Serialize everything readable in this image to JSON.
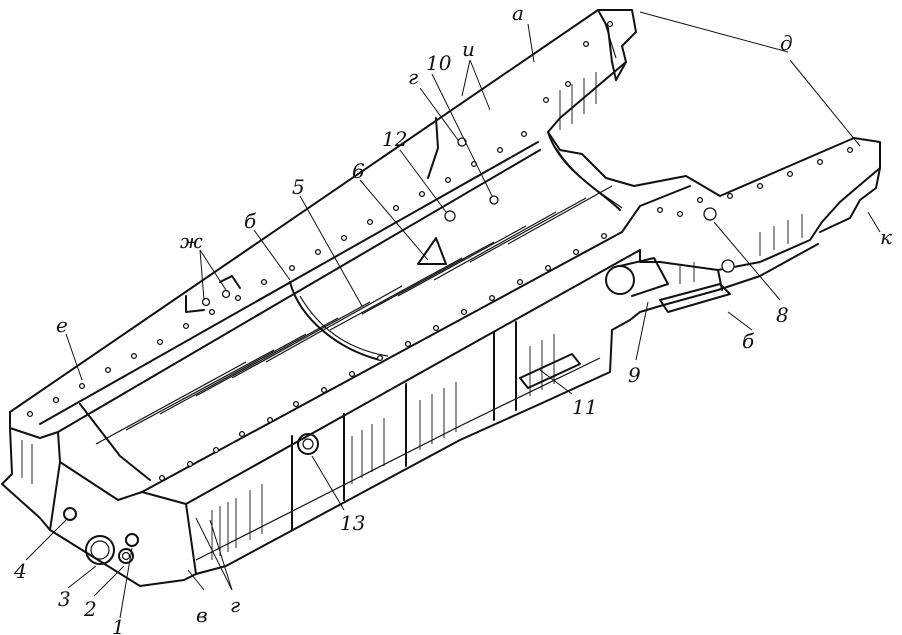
{
  "figure": {
    "labels": {
      "a": "а",
      "d": "д",
      "i": "и",
      "zh": "ж",
      "e": "е",
      "k": "к",
      "b1": "б",
      "b2": "б",
      "v": "в",
      "g1": "г",
      "g2": "г",
      "n1": "1",
      "n2": "2",
      "n3": "3",
      "n4": "4",
      "n5": "5",
      "n6": "6",
      "n8": "8",
      "n9": "9",
      "n10": "10",
      "n11": "11",
      "n12": "12",
      "n13": "13"
    }
  }
}
